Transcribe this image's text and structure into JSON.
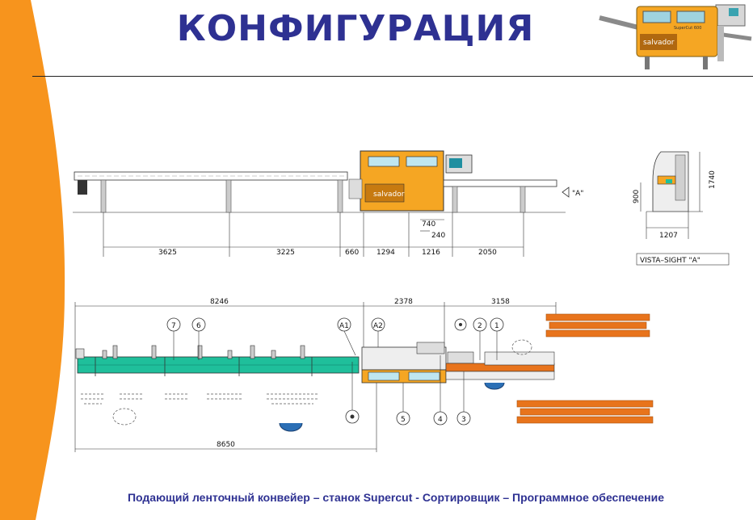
{
  "slide": {
    "title": "КОНФИГУРАЦИЯ",
    "footer": "Подающий ленточный конвейер – станок Supercut - Сортировщик – Программное обеспечение"
  },
  "logo": {
    "brand": "salvador",
    "model": "SuperCut 600"
  },
  "side_view": {
    "dimensions": [
      "3625",
      "3225",
      "660",
      "1294",
      "1216",
      "2050",
      "740",
      "240"
    ],
    "view_marker": "\"A\""
  },
  "end_view": {
    "dimensions": [
      "1740",
      "900",
      "1207"
    ],
    "caption": "VISTA–SIGHT  \"A\""
  },
  "plan_view": {
    "dimensions": [
      "8246",
      "2378",
      "3158",
      "8650"
    ],
    "callouts": [
      "7",
      "6",
      "A1",
      "A2",
      "2",
      "1",
      "5",
      "4",
      "3"
    ]
  },
  "colors": {
    "title": "#2e3192",
    "orange": "#f7941d",
    "machine": "#f5a623",
    "conveyor": "#1fbf9b",
    "wood": "#e8741c"
  }
}
